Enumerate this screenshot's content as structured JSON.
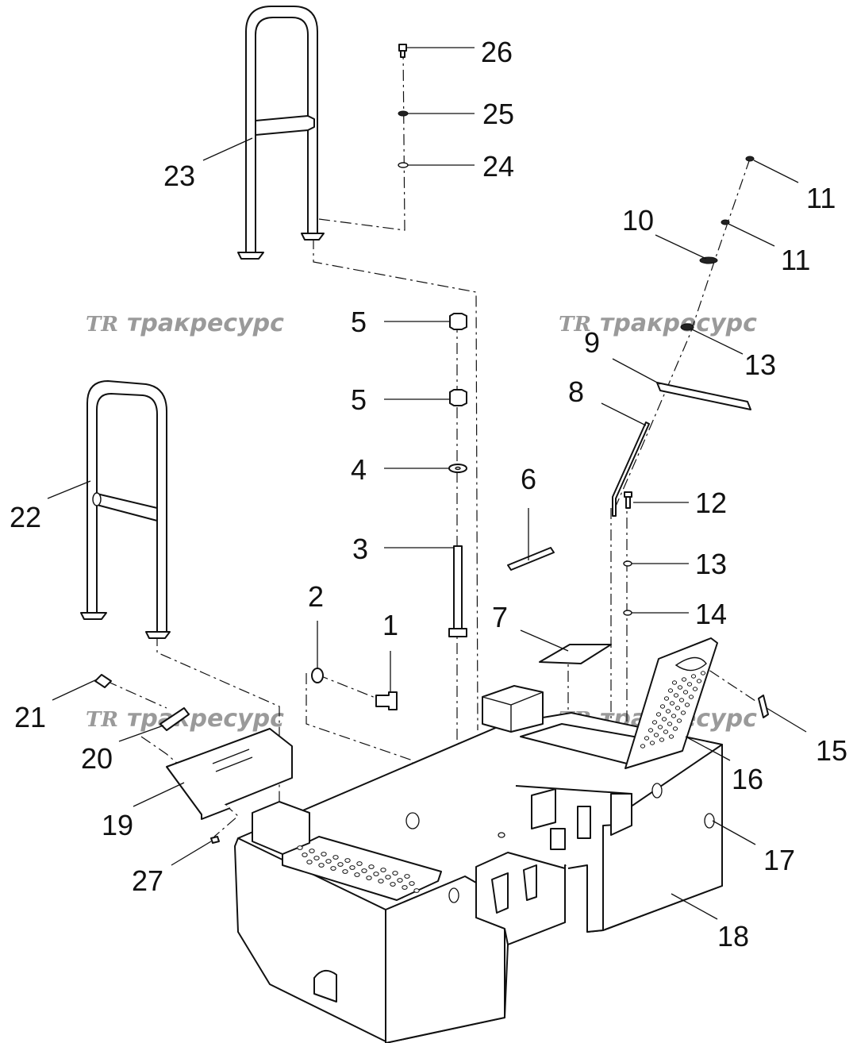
{
  "watermarks": [
    {
      "logo": "TR",
      "text": "тракресурс"
    },
    {
      "logo": "TR",
      "text": "тракресурс"
    },
    {
      "logo": "TR",
      "text": "тракресурс"
    },
    {
      "logo": "TR",
      "text": "тракресурс"
    }
  ],
  "callouts": {
    "c1": "1",
    "c2": "2",
    "c3": "3",
    "c4": "4",
    "c5a": "5",
    "c5b": "5",
    "c6": "6",
    "c7": "7",
    "c8": "8",
    "c9": "9",
    "c10": "10",
    "c11a": "11",
    "c11b": "11",
    "c12": "12",
    "c13a": "13",
    "c13b": "13",
    "c14": "14",
    "c15": "15",
    "c16": "16",
    "c17": "17",
    "c18": "18",
    "c19": "19",
    "c20": "20",
    "c21": "21",
    "c22": "22",
    "c23": "23",
    "c24": "24",
    "c25": "25",
    "c26": "26",
    "c27": "27"
  }
}
